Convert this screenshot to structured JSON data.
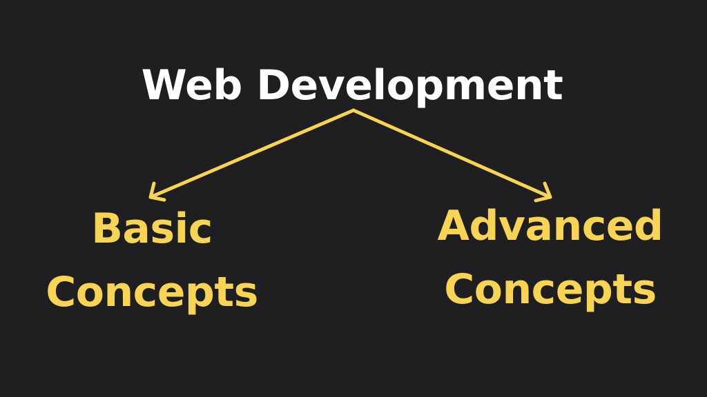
{
  "colors": {
    "background": "#1f1e20",
    "root_text": "#ffffff",
    "accent": "#f7d454"
  },
  "root": {
    "label": "Web Development"
  },
  "children": [
    {
      "line1": "Basic",
      "line2": "Concepts"
    },
    {
      "line1": "Advanced",
      "line2": "Concepts"
    }
  ]
}
